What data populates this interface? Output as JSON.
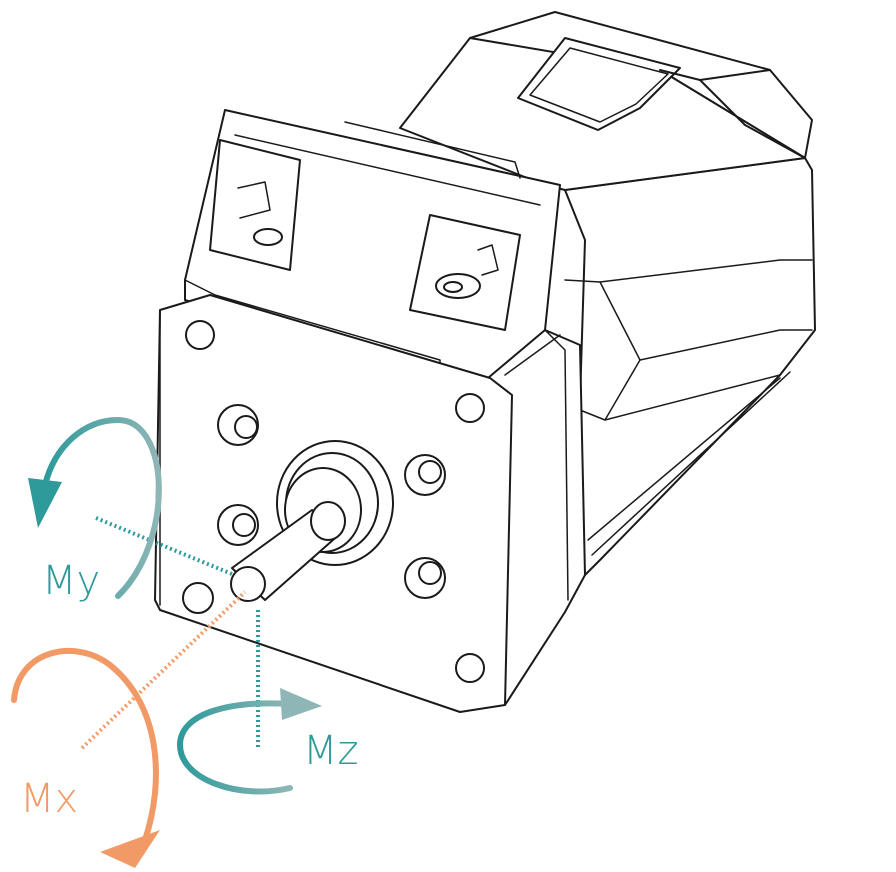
{
  "labels": {
    "my": "My",
    "mx": "Mx",
    "mz": "Mz"
  },
  "colors": {
    "teal": "#2e9a9a",
    "teal_light": "#8fb6b6",
    "orange": "#f29a66",
    "line": "#1a1a1a"
  },
  "icons": {
    "my": "rotation-arrow-icon",
    "mx": "rotation-arrow-icon",
    "mz": "rotation-arrow-icon"
  }
}
